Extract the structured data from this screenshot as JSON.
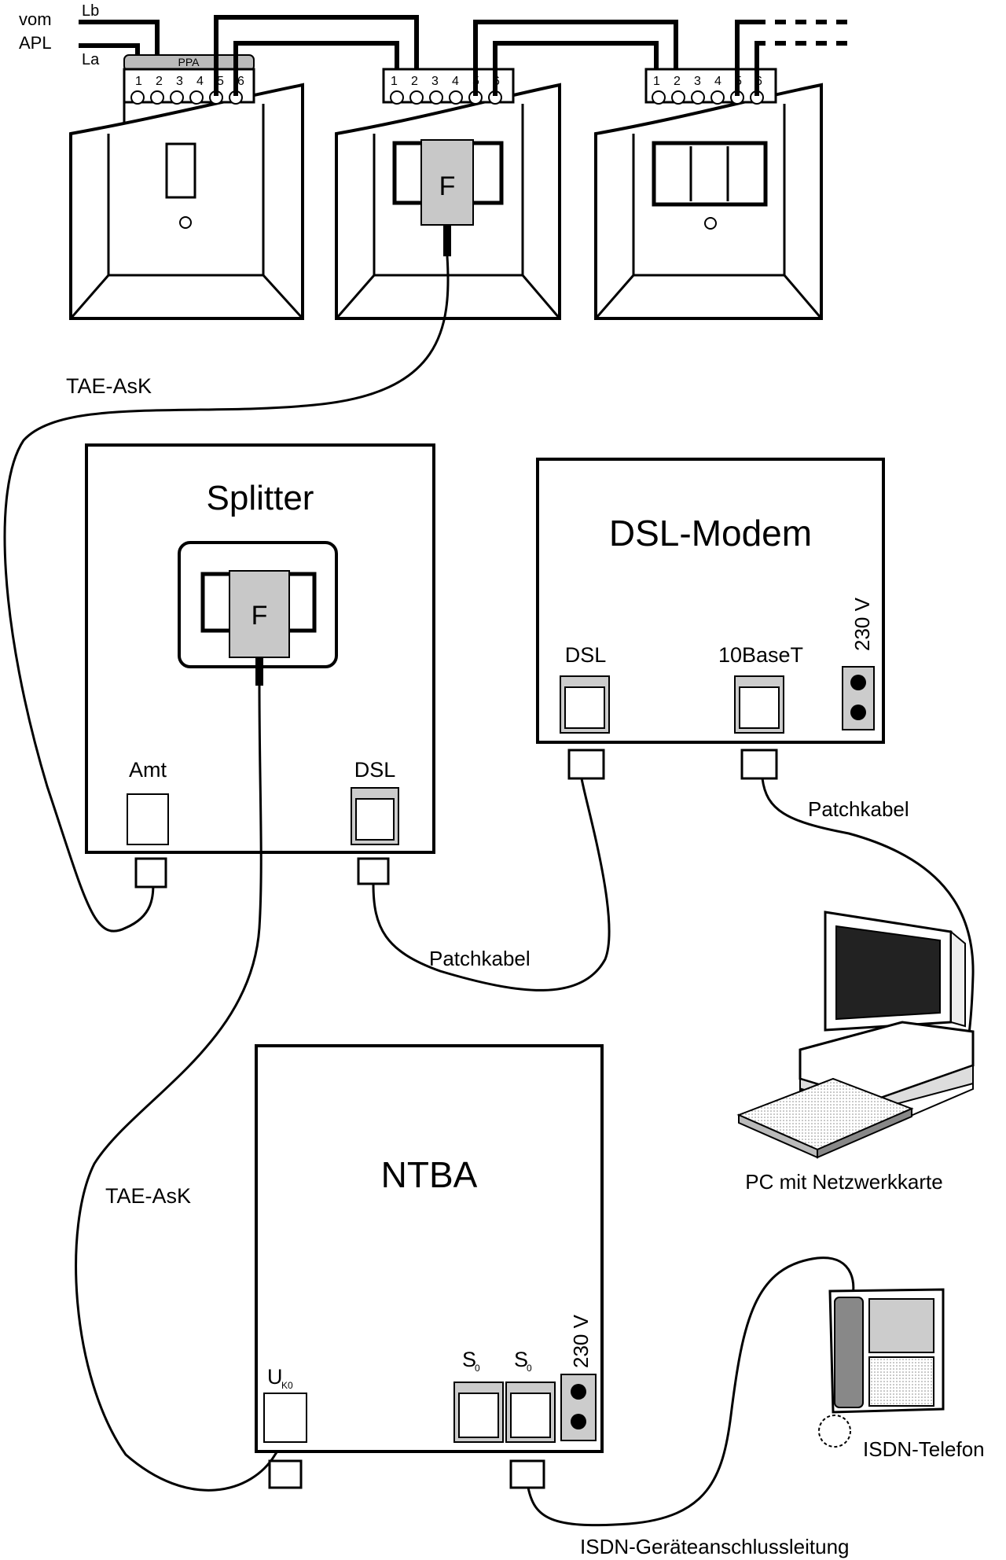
{
  "apl": {
    "vom": "vom",
    "apl": "APL",
    "lb": "Lb",
    "la": "La"
  },
  "ppa": "PPA",
  "terminals": [
    "1",
    "2",
    "3",
    "4",
    "5",
    "6"
  ],
  "tae_f": "F",
  "tae_ask_top": "TAE-AsK",
  "tae_ask_bottom": "TAE-AsK",
  "splitter": {
    "title": "Splitter",
    "plug": "F",
    "port_amt": "Amt",
    "port_dsl": "DSL"
  },
  "modem": {
    "title": "DSL-Modem",
    "port_dsl": "DSL",
    "port_10baset": "10BaseT",
    "power": "230 V"
  },
  "patchkabel_1": "Patchkabel",
  "patchkabel_2": "Patchkabel",
  "pc_label": "PC mit Netzwerkkarte",
  "ntba": {
    "title": "NTBA",
    "port_uk0": "U",
    "port_uk0_sub": "K0",
    "port_s0a": "S",
    "port_s0b": "S",
    "port_s0_sub": "0",
    "power": "230 V"
  },
  "isdn_phone_label": "ISDN-Telefon",
  "isdn_cable_label": "ISDN-Geräteanschlussleitung"
}
